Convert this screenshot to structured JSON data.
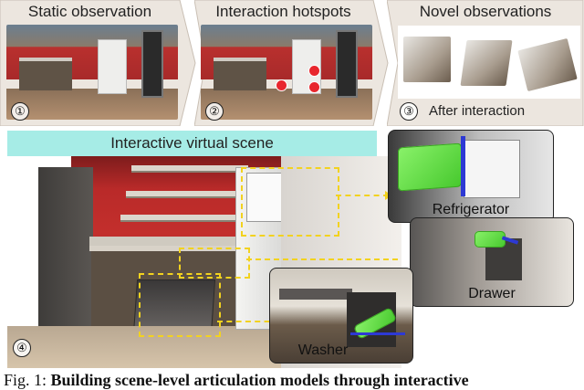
{
  "stages": [
    {
      "title": "Static observation",
      "number": "①"
    },
    {
      "title": "Interaction hotspots",
      "number": "②"
    },
    {
      "title": "Novel observations",
      "number": "③",
      "sublabel": "After interaction"
    }
  ],
  "scene": {
    "banner": "Interactive virtual scene",
    "number": "④",
    "insets": [
      {
        "label": "Refrigerator"
      },
      {
        "label": "Drawer"
      },
      {
        "label": "Washer"
      }
    ]
  },
  "caption": {
    "prefix": "Fig. 1: ",
    "bold": "Building scene-level articulation models through interactive"
  },
  "colors": {
    "banner": "#a6ece6",
    "highlight": "#f2d21f",
    "hotspot": "#e8262d",
    "part": "#6fe24b",
    "axis": "#2d39d4"
  }
}
